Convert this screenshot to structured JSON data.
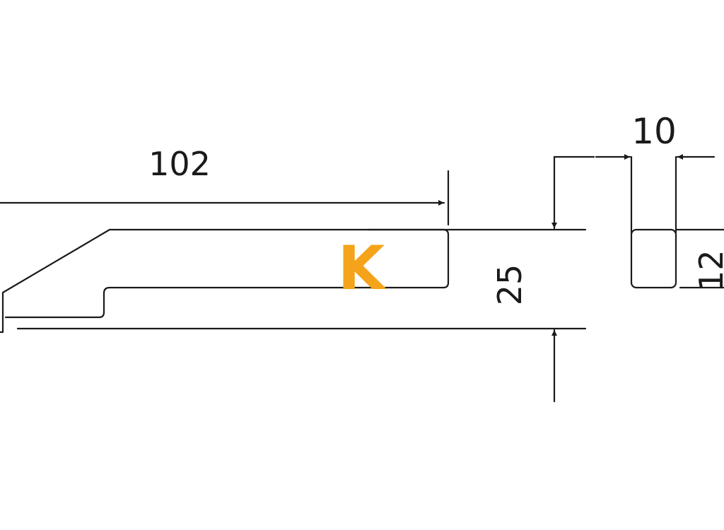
{
  "dimensions": {
    "length": "102",
    "height": "25",
    "width": "10",
    "thickness": "12"
  },
  "logo": {
    "letter": "K",
    "color": "#f5a31a"
  },
  "colors": {
    "line": "#1a1a1a",
    "background": "#ffffff"
  }
}
